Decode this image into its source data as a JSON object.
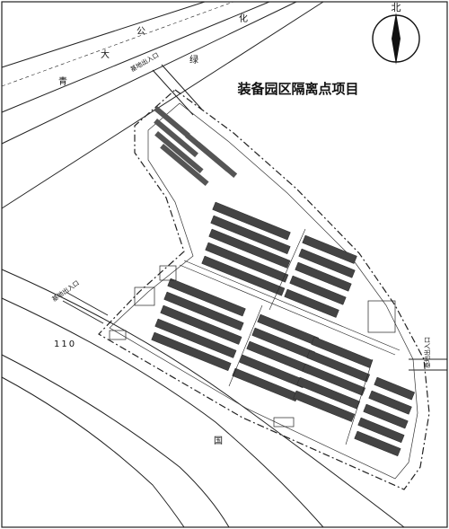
{
  "title": "装备园区隔离点项目",
  "compass": {
    "label": "北"
  },
  "roads": {
    "north_road": [
      "青",
      "大",
      "公",
      "化",
      "绿"
    ],
    "south_road_number": "110",
    "south_road_char": "国"
  },
  "entrances": {
    "north": "基地出入口",
    "west": "基地出入口",
    "east": "基地出入口"
  }
}
